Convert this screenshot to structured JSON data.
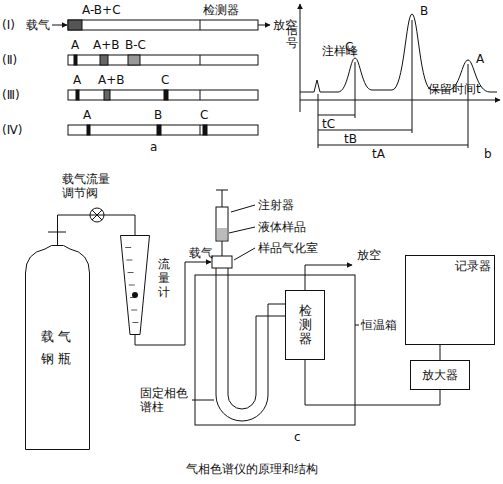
{
  "diagram": {
    "caption": "气相色谱仪的原理和结构",
    "nodes": [
      {
        "text": [
          "载气钢瓶"
        ]
      },
      {
        "text": [
          "流量计"
        ]
      },
      {
        "text": [
          "检测器"
        ]
      },
      {
        "text": [
          "放大器"
        ]
      },
      {
        "text": [
          "记录器"
        ]
      }
    ],
    "edges": [
      {
        "from": 0,
        "to": 1,
        "arrow": "none"
      },
      {
        "from": 2,
        "to": 3,
        "arrow": "none"
      },
      {
        "from": 3,
        "to": 4,
        "arrow": "none"
      }
    ],
    "labels": [
      "(Ⅰ)",
      "(Ⅱ)",
      "(Ⅲ)",
      "(Ⅳ)",
      "载气",
      "A-B+C",
      "检测器",
      "放空",
      "A",
      "A+B",
      "B-C",
      "A",
      "A+B",
      "C",
      "A",
      "B",
      "C",
      "a",
      "信号",
      "注样峰",
      "C",
      "B",
      "A",
      "保留时间t",
      "tC",
      "tB",
      "tA",
      "b",
      "载气流量调节阀",
      "载气",
      "注射器",
      "液体样品",
      "样品气化室",
      "放空",
      "恒温箱",
      "固定相色谱柱",
      "c"
    ]
  }
}
